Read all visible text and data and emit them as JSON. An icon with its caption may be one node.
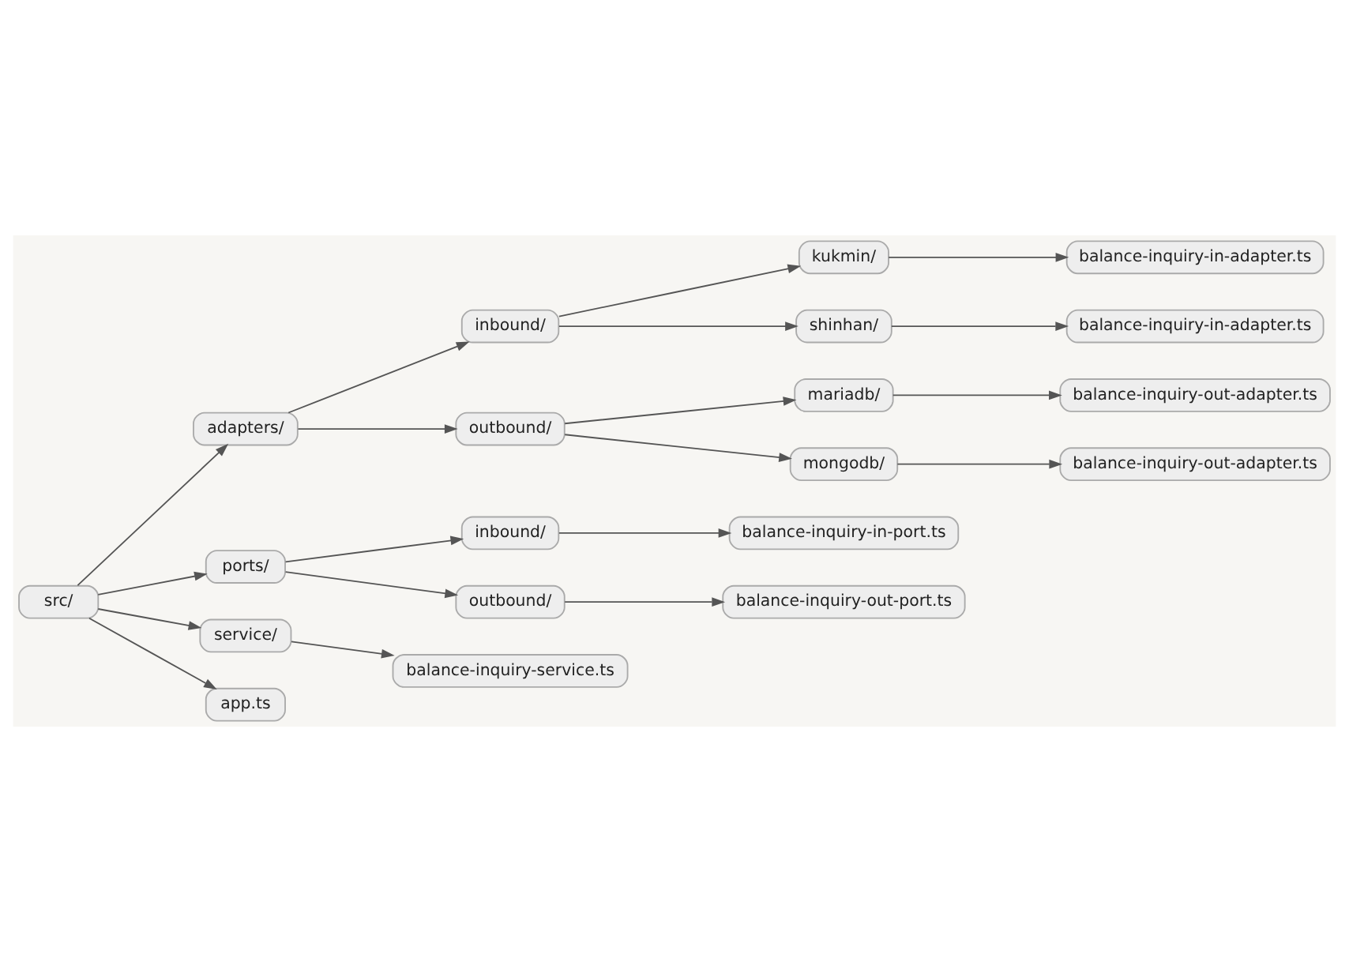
{
  "diagram": {
    "nodes": [
      {
        "text": [
          "src/"
        ]
      },
      {
        "text": [
          "adapters/"
        ]
      },
      {
        "text": [
          "inbound/"
        ]
      },
      {
        "text": [
          "kukmin/"
        ]
      },
      {
        "text": [
          "balance-inquiry-in-adapter.ts"
        ]
      },
      {
        "text": [
          "shinhan/"
        ]
      },
      {
        "text": [
          "balance-inquiry-in-adapter.ts"
        ]
      },
      {
        "text": [
          "outbound/"
        ]
      },
      {
        "text": [
          "mariadb/"
        ]
      },
      {
        "text": [
          "balance-inquiry-out-adapter.ts"
        ]
      },
      {
        "text": [
          "mongodb/"
        ]
      },
      {
        "text": [
          "balance-inquiry-out-adapter.ts"
        ]
      },
      {
        "text": [
          "ports/"
        ]
      },
      {
        "text": [
          "inbound/"
        ]
      },
      {
        "text": [
          "balance-inquiry-in-port.ts"
        ]
      },
      {
        "text": [
          "outbound/"
        ]
      },
      {
        "text": [
          "balance-inquiry-out-port.ts"
        ]
      },
      {
        "text": [
          "service/"
        ]
      },
      {
        "text": [
          "balance-inquiry-service.ts"
        ]
      },
      {
        "text": [
          "app.ts"
        ]
      }
    ],
    "edges": [
      {
        "from": 0,
        "to": 1,
        "arrow": "to"
      },
      {
        "from": 1,
        "to": 2,
        "arrow": "to"
      },
      {
        "from": 2,
        "to": 3,
        "arrow": "to"
      },
      {
        "from": 3,
        "to": 4,
        "arrow": "to"
      },
      {
        "from": 2,
        "to": 5,
        "arrow": "to"
      },
      {
        "from": 5,
        "to": 6,
        "arrow": "to"
      },
      {
        "from": 1,
        "to": 7,
        "arrow": "to"
      },
      {
        "from": 7,
        "to": 8,
        "arrow": "to"
      },
      {
        "from": 8,
        "to": 9,
        "arrow": "to"
      },
      {
        "from": 7,
        "to": 10,
        "arrow": "to"
      },
      {
        "from": 10,
        "to": 11,
        "arrow": "to"
      },
      {
        "from": 0,
        "to": 12,
        "arrow": "to"
      },
      {
        "from": 12,
        "to": 13,
        "arrow": "to"
      },
      {
        "from": 13,
        "to": 14,
        "arrow": "to"
      },
      {
        "from": 12,
        "to": 15,
        "arrow": "to"
      },
      {
        "from": 15,
        "to": 16,
        "arrow": "to"
      },
      {
        "from": 0,
        "to": 17,
        "arrow": "to"
      },
      {
        "from": 17,
        "to": 18,
        "arrow": "to"
      },
      {
        "from": 0,
        "to": 19,
        "arrow": "to"
      }
    ]
  }
}
